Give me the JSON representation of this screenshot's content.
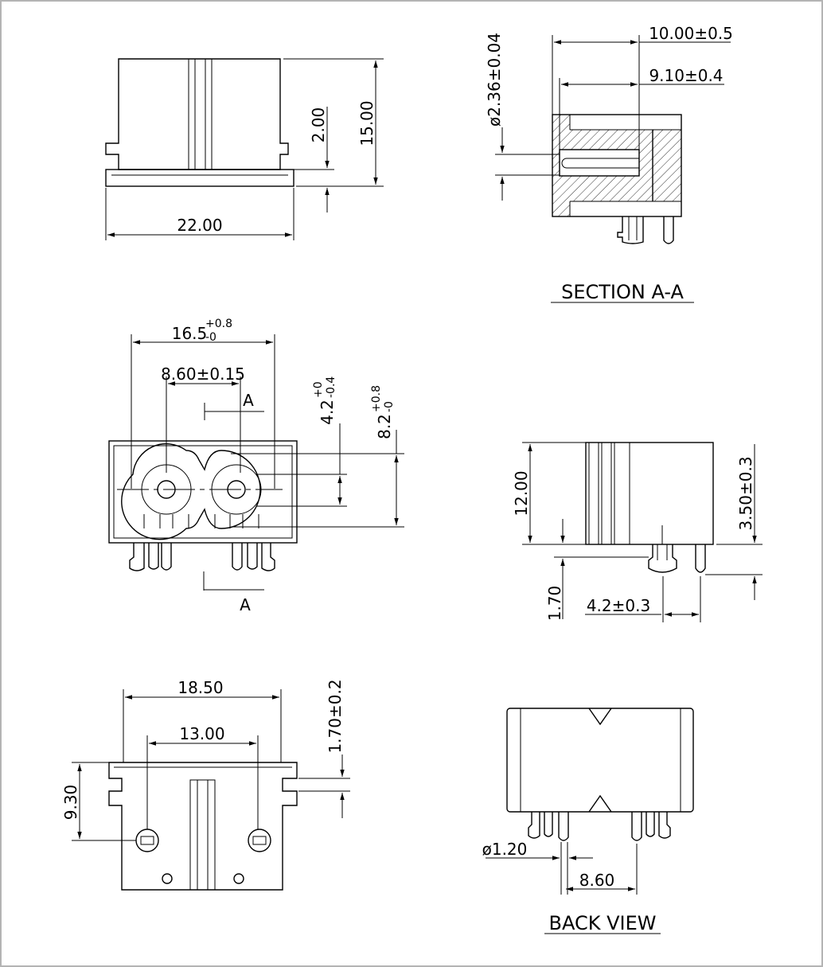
{
  "views": {
    "top": {
      "width": "22.00",
      "height": "15.00",
      "step": "2.00"
    },
    "section": {
      "title": "SECTION A-A",
      "depth_outer": "10.00±0.5",
      "depth_inner": "9.10±0.4",
      "pin_dia": "ø2.36±0.04"
    },
    "front": {
      "width_main": "16.5",
      "width_tol_up": "+0.8",
      "width_tol_dn": "-0",
      "pitch": "8.60±0.15",
      "half_height_main": "4.2",
      "half_height_tol_up": "+0",
      "half_height_tol_dn": "-0.4",
      "height_main": "8.2",
      "height_tol_up": "+0.8",
      "height_tol_dn": "-0",
      "cut_label_top": "A",
      "cut_label_bottom": "A"
    },
    "side": {
      "height": "12.00",
      "pin_offset": "3.50±0.3",
      "pin_dist": "4.2±0.3",
      "standoff": "1.70"
    },
    "bottom": {
      "width": "18.50",
      "hole_pitch": "13.00",
      "depth": "9.30",
      "notch": "1.70±0.2"
    },
    "back": {
      "title": "BACK VIEW",
      "pin_dia": "ø1.20",
      "pin_pitch": "8.60"
    }
  },
  "colors": {
    "line": "#000000",
    "frame": "#b4b4b4",
    "background": "#ffffff"
  }
}
